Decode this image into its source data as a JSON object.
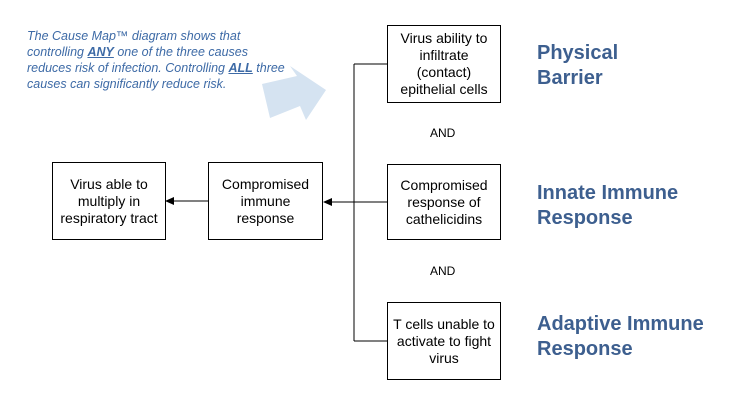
{
  "note": {
    "part1": "The Cause Map™ diagram shows that controlling ",
    "any": "ANY",
    "part2": " one of the three causes reduces risk of infection. Controlling ",
    "all": "ALL",
    "part3": " three causes can significantly reduce risk."
  },
  "boxes": {
    "effect": [
      "Virus able to",
      "multiply in",
      "respiratory tract"
    ],
    "compromised": [
      "Compromised",
      "immune",
      "response"
    ],
    "virus_ability": [
      "Virus ability to",
      "infiltrate",
      "(contact)",
      "epithelial cells"
    ],
    "cathelicidins": [
      "Compromised",
      "response of",
      "cathelicidins"
    ],
    "tcells": [
      "T cells unable to",
      "activate to fight",
      "virus"
    ]
  },
  "and_labels": [
    "AND",
    "AND"
  ],
  "categories": {
    "physical": [
      "Physical",
      "Barrier"
    ],
    "innate": [
      "Innate Immune",
      "Response"
    ],
    "adaptive": [
      "Adaptive Immune",
      "Response"
    ]
  },
  "colors": {
    "note_text": "#3d6aa6",
    "category_text": "#3d5f8f",
    "big_arrow": "#d5e3f1"
  }
}
